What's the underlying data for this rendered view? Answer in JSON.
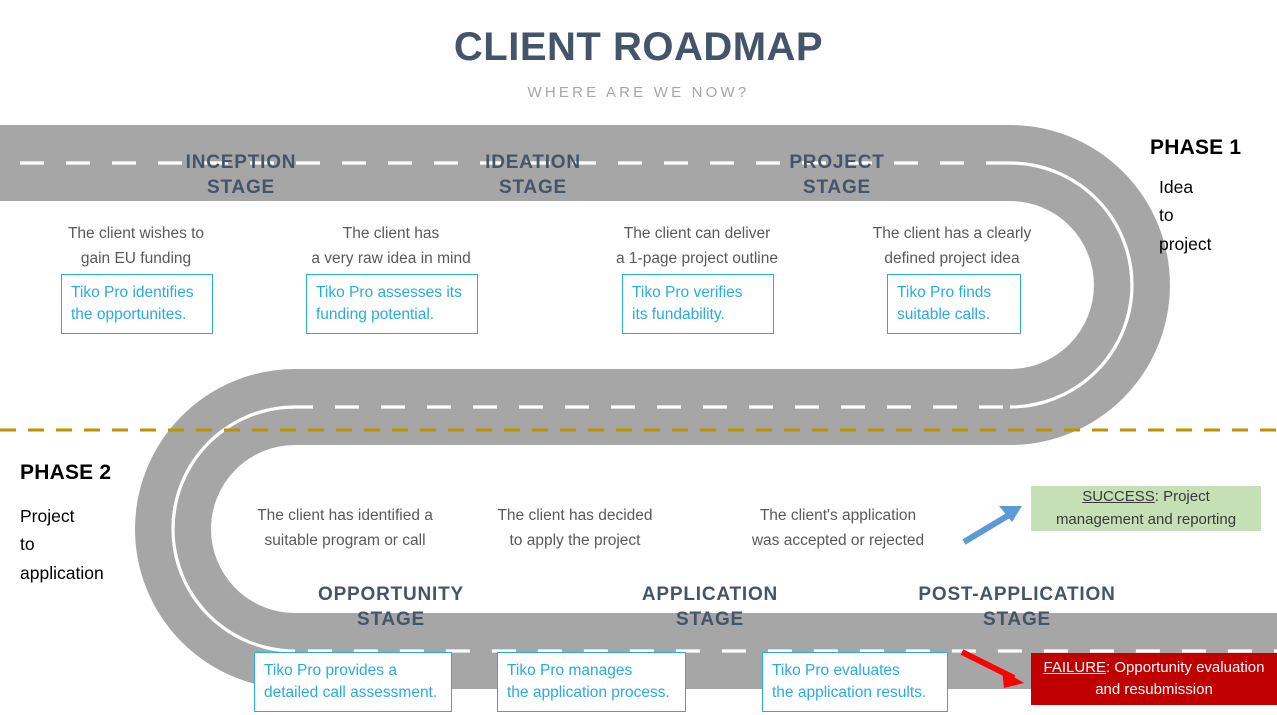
{
  "header": {
    "title": "CLIENT ROADMAP",
    "subtitle": "WHERE ARE WE NOW?"
  },
  "colors": {
    "title_navy": "#44546A",
    "subtitle_gray": "#A6A6A6",
    "road_gray": "#A6A6A6",
    "road_line_white": "#FFFFFF",
    "phase_divider_gold": "#BF9000",
    "tiko_cyan": "#29ABE2",
    "body_text_gray": "#595959",
    "success_green": "#C5E0B4",
    "failure_red": "#C00000",
    "arrow_blue": "#5B9BD5",
    "arrow_red": "#FF0000"
  },
  "phase1": {
    "title": "PHASE 1",
    "subtitle": "Idea\nto\nproject",
    "stages": [
      {
        "name": "INCEPTION\nSTAGE",
        "condition": "The client wishes to\ngain EU funding",
        "tiko": "Tiko Pro identifies\nthe opportunites."
      },
      {
        "name": "IDEATION\nSTAGE",
        "condition": "The client has\na very raw idea in mind",
        "tiko": "Tiko Pro assesses its\nfunding potential."
      },
      {
        "name": "PROJECT\nSTAGE",
        "condition": "The client can deliver\na 1-page project outline",
        "tiko": "Tiko Pro verifies\nits fundability."
      },
      {
        "name": "",
        "condition": "The client has a clearly\ndefined project idea",
        "tiko": "Tiko Pro finds\nsuitable calls."
      }
    ]
  },
  "phase2": {
    "title": "PHASE 2",
    "subtitle": "Project\nto\napplication",
    "stages": [
      {
        "name": "OPPORTUNITY\nSTAGE",
        "condition": "The client has identified a\nsuitable program or call",
        "tiko": "Tiko Pro provides a\ndetailed call assessment."
      },
      {
        "name": "APPLICATION\nSTAGE",
        "condition": "The client has decided\nto apply the project",
        "tiko": "Tiko Pro manages\nthe application process."
      },
      {
        "name": "POST-APPLICATION\nSTAGE",
        "condition": "The client's application\nwas accepted or rejected",
        "tiko": "Tiko Pro evaluates\nthe application results."
      }
    ]
  },
  "outcomes": {
    "success": {
      "keyword": "SUCCESS",
      "rest": ": Project management and reporting"
    },
    "failure": {
      "keyword": "FAILURE",
      "rest": ": Opportunity evaluation and resubmission"
    }
  },
  "icons": {
    "success_arrow": "arrow-up-right-icon",
    "failure_arrow": "arrow-down-right-icon"
  }
}
